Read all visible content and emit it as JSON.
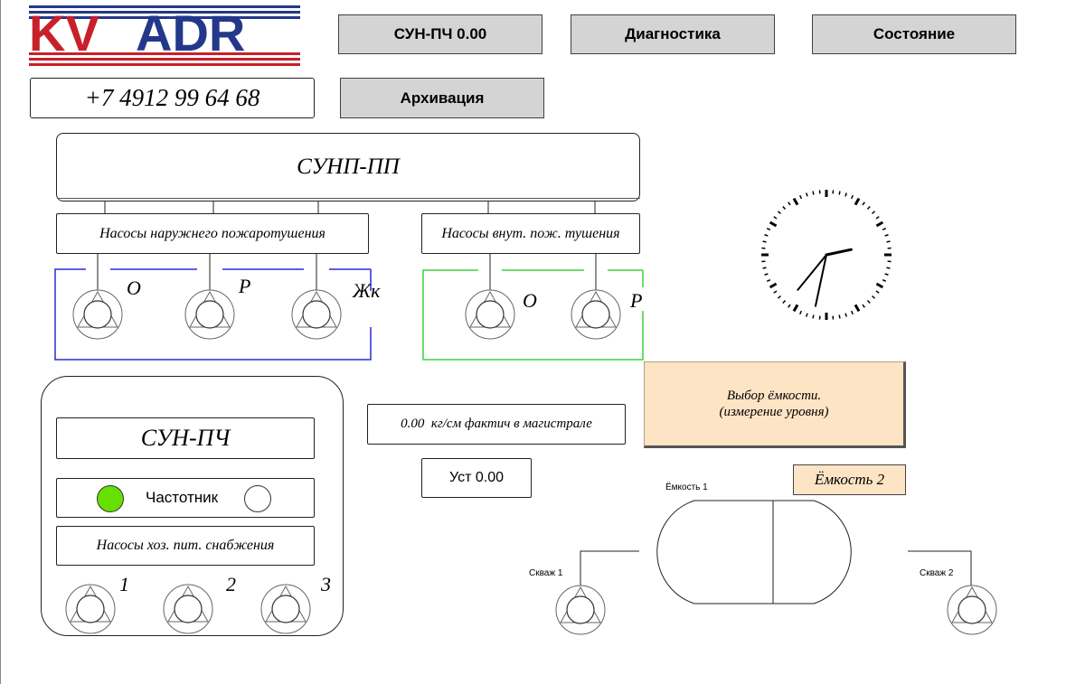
{
  "logo": {
    "text": "KVADR",
    "colors": {
      "red": "#c8202a",
      "blue": "#23388a"
    }
  },
  "phone": "+7 4912 99 64 68",
  "nav": {
    "sun_pch": "СУН-ПЧ 0.00",
    "diagnostics": "Диагностика",
    "state": "Состояние",
    "archive": "Архивация"
  },
  "sunp_pp": {
    "title": "СУНП-ПП"
  },
  "outer_pumps": {
    "title": "Насосы наружнего пожаротушения",
    "labels": [
      "О",
      "Р",
      "Жк"
    ],
    "frame_color": "#2a2ad6"
  },
  "inner_pumps": {
    "title": "Насосы внут. пож. тушения",
    "labels": [
      "О",
      "Р"
    ],
    "frame_color": "#3cd43c"
  },
  "sun_pch_panel": {
    "title": "СУН-ПЧ",
    "freq_label": "Частотник",
    "freq_on_color": "#66e000",
    "household_title": "Насосы хоз. пит. снабжения",
    "pump_labels": [
      "1",
      "2",
      "3"
    ]
  },
  "pressure": {
    "value_text": "0.00",
    "unit_text": "кг/см фактич в магистрале",
    "setpoint": "Уст 0.00"
  },
  "tank": {
    "select_line1": "Выбор ёмкости.",
    "select_line2": "(измерение уровня)",
    "select_color": "#fce4c4",
    "tank2_label": "Ёмкость 2",
    "tank1_caption": "Ёмкость 1",
    "well1": "Скваж 1",
    "well2": "Скваж 2"
  },
  "clock": {
    "hour": 2,
    "minute": 36,
    "second": 32
  }
}
